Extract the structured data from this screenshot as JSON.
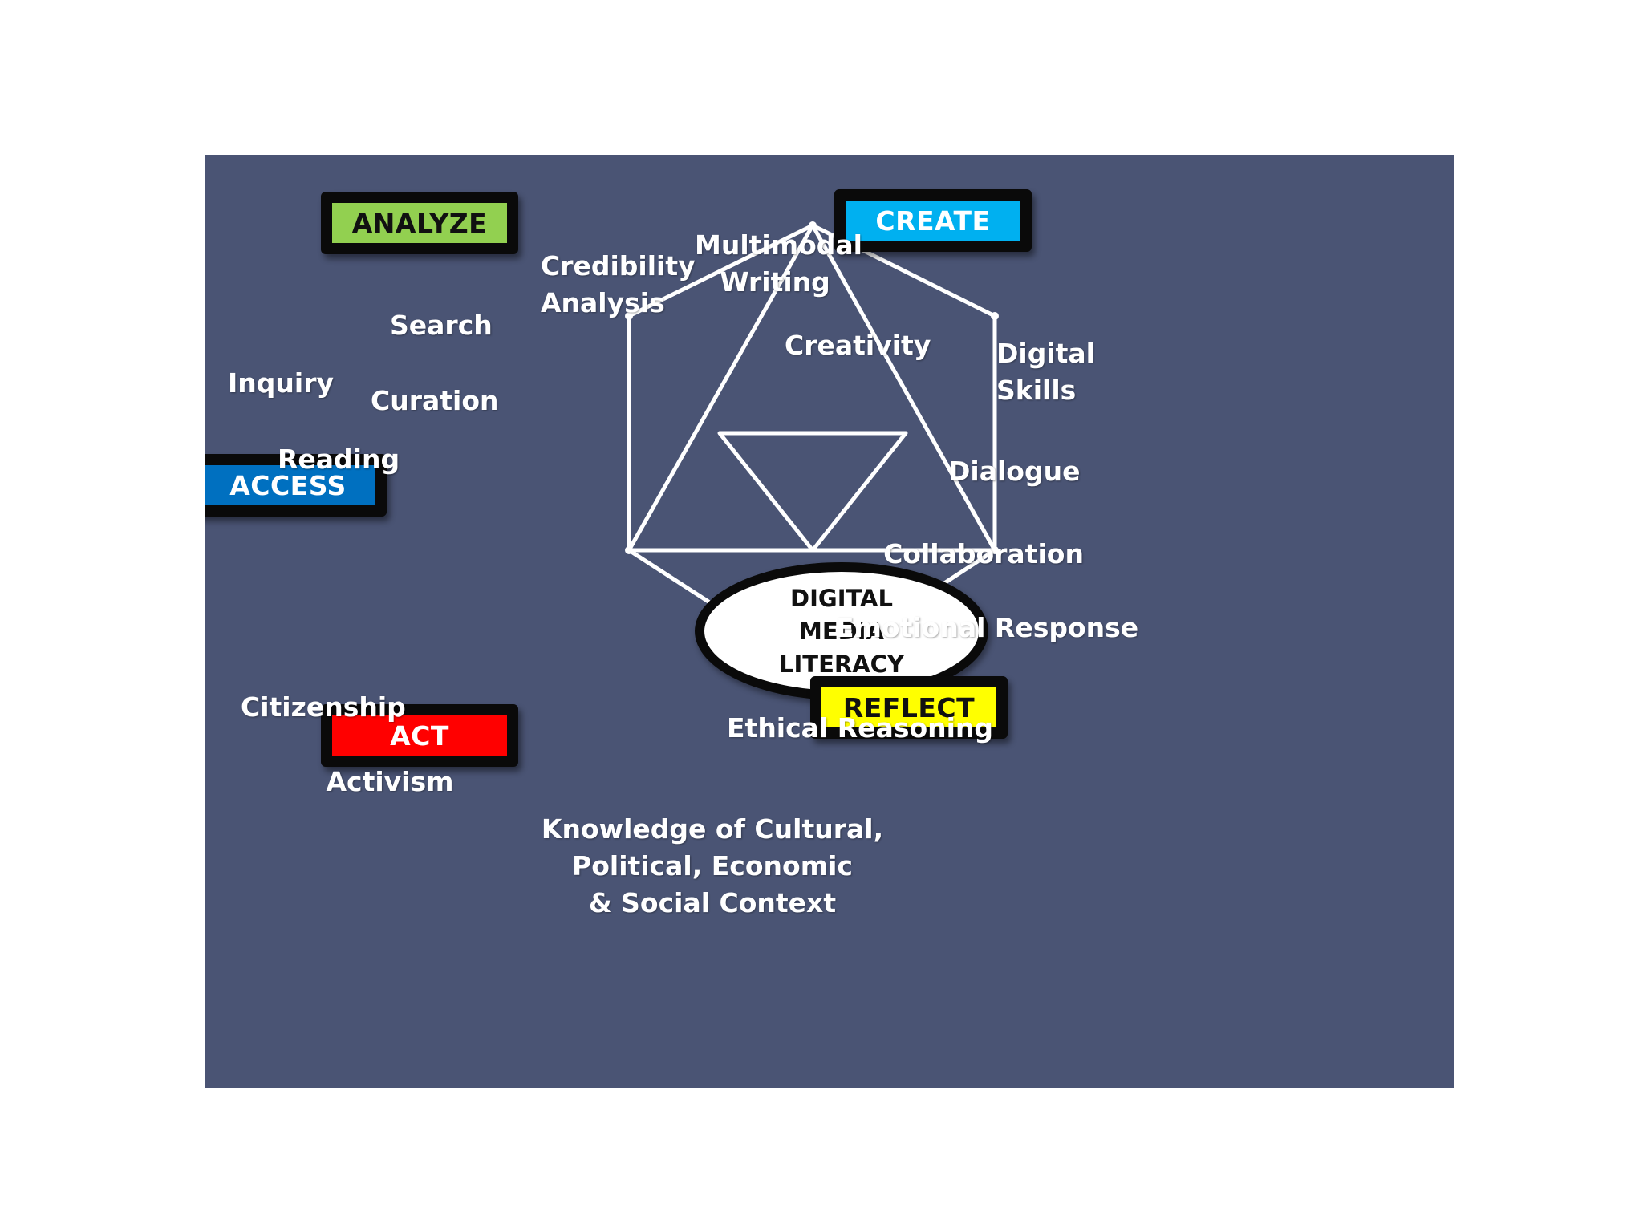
{
  "center": {
    "text": "DIGITAL\nMEDIA\nLITERACY"
  },
  "categories": {
    "analyze": {
      "label": "ANALYZE",
      "color": "#92d050",
      "text_color": "#111111"
    },
    "create": {
      "label": "CREATE",
      "color": "#00b0f0",
      "text_color": "#ffffff"
    },
    "access": {
      "label": "ACCESS",
      "color": "#0070c0",
      "text_color": "#ffffff"
    },
    "act": {
      "label": "ACT",
      "color": "#ff0000",
      "text_color": "#ffffff"
    },
    "reflect": {
      "label": "REFLECT",
      "color": "#ffff00",
      "text_color": "#111111"
    }
  },
  "competencies": {
    "credibility_analysis": "Credibility\nAnalysis",
    "multimodal_writing": "Multimodal\nWriting",
    "search": "Search",
    "inquiry": "Inquiry",
    "curation": "Curation",
    "reading": "Reading",
    "creativity": "Creativity",
    "digital_skills": "Digital\nSkills",
    "dialogue": "Dialogue",
    "collaboration": "Collaboration",
    "emotional_response": "Emotional Response",
    "ethical_reasoning": "Ethical Reasoning",
    "citizenship": "Citizenship",
    "activism": "Activism",
    "knowledge_context": "Knowledge of Cultural,\nPolitical, Economic\n& Social Context"
  },
  "colors": {
    "background": "#4a5474",
    "outline": "#ffffff",
    "box_border": "#0a0a0a"
  }
}
